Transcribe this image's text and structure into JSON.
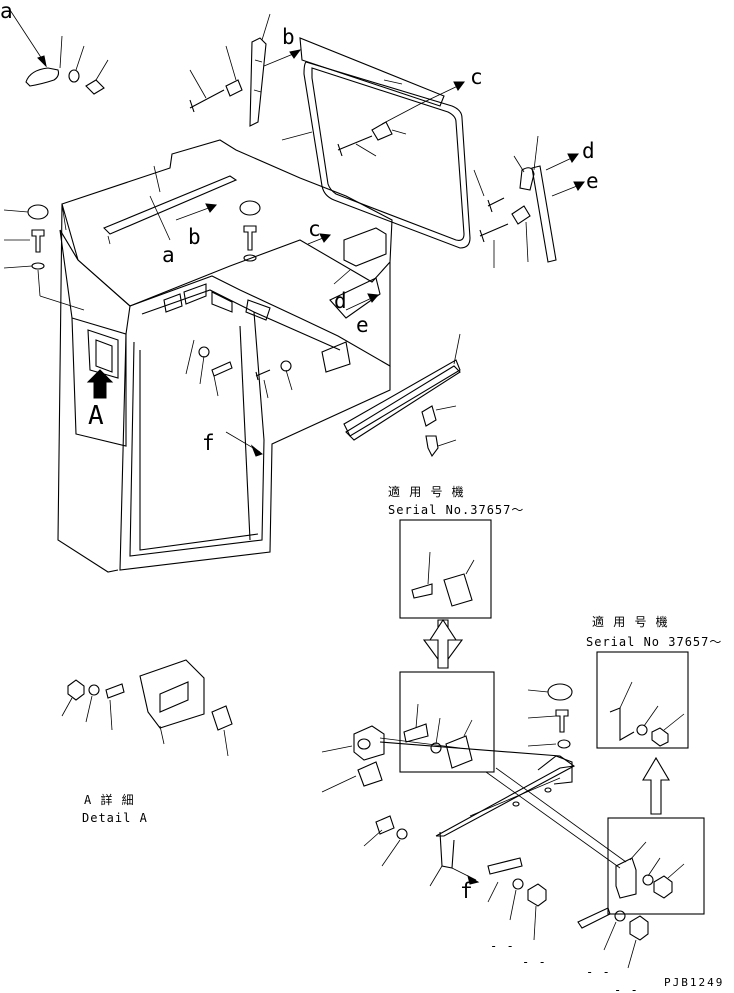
{
  "callouts": {
    "a_top": "a",
    "b_top": "b",
    "c_top": "c",
    "d_top": "d",
    "e_top": "e",
    "a_mid": "a",
    "b_mid": "b",
    "c_mid": "c",
    "d_mid": "d",
    "e_mid": "e",
    "f_mid": "f",
    "f_low": "f",
    "A_big": "A"
  },
  "inset_top": {
    "line1": "適 用 号 機",
    "line2": "Serial No.37657～"
  },
  "inset_right": {
    "line1": "適 用 号 機",
    "line2": "Serial No 37657～"
  },
  "detail": {
    "line1": "A 詳 細",
    "line2": "Detail A"
  },
  "dash_marks": {
    "m1": "- -",
    "m2": "- -",
    "m3": "- -",
    "m4": "- -"
  },
  "drawing_code": "PJB1249"
}
